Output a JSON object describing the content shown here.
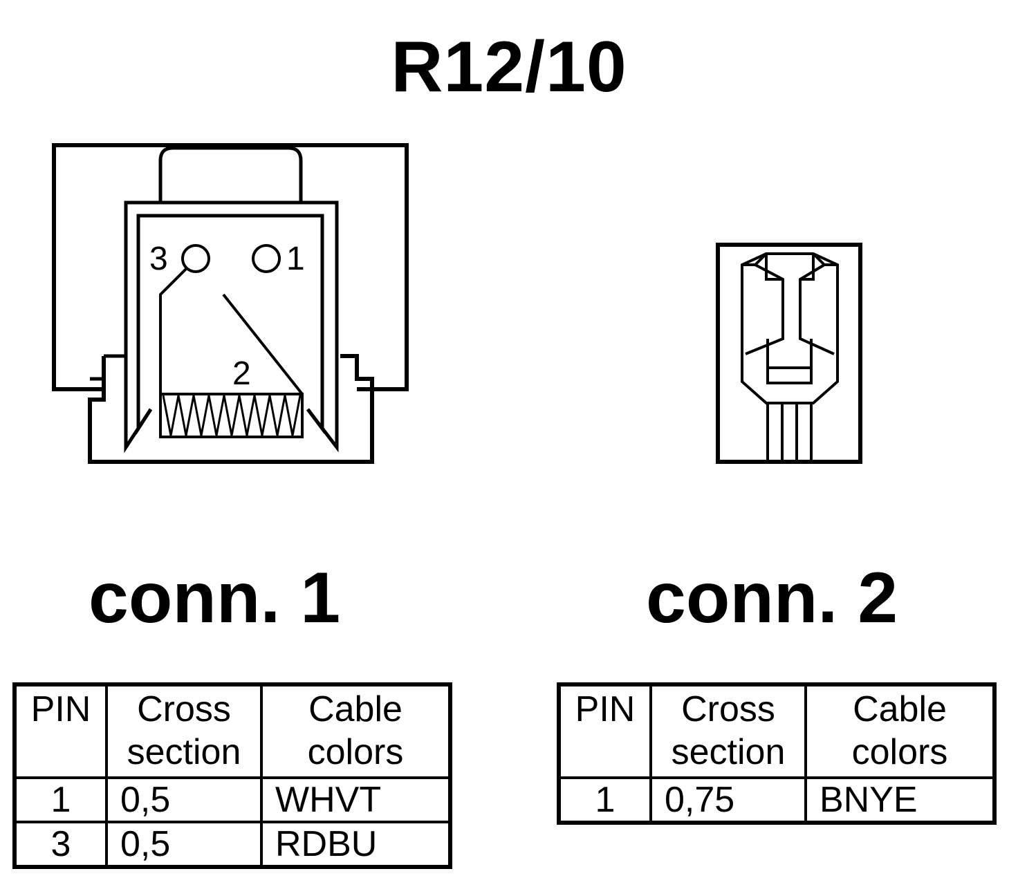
{
  "title": "R12/10",
  "connectors": [
    {
      "label": "conn. 1",
      "pin_labels": [
        "3",
        "1",
        "2"
      ],
      "table": {
        "headers": {
          "pin": "PIN",
          "cross_section_line1": "Cross",
          "cross_section_line2": "section",
          "cable_colors_line1": "Cable",
          "cable_colors_line2": "colors"
        },
        "rows": [
          {
            "pin": "1",
            "cross_section": "0,5",
            "cable_colors": "WHVT"
          },
          {
            "pin": "3",
            "cross_section": "0,5",
            "cable_colors": "RDBU"
          }
        ]
      }
    },
    {
      "label": "conn. 2",
      "table": {
        "headers": {
          "pin": "PIN",
          "cross_section_line1": "Cross",
          "cross_section_line2": "section",
          "cable_colors_line1": "Cable",
          "cable_colors_line2": "colors"
        },
        "rows": [
          {
            "pin": "1",
            "cross_section": "0,75",
            "cable_colors": "BNYE"
          }
        ]
      }
    }
  ]
}
